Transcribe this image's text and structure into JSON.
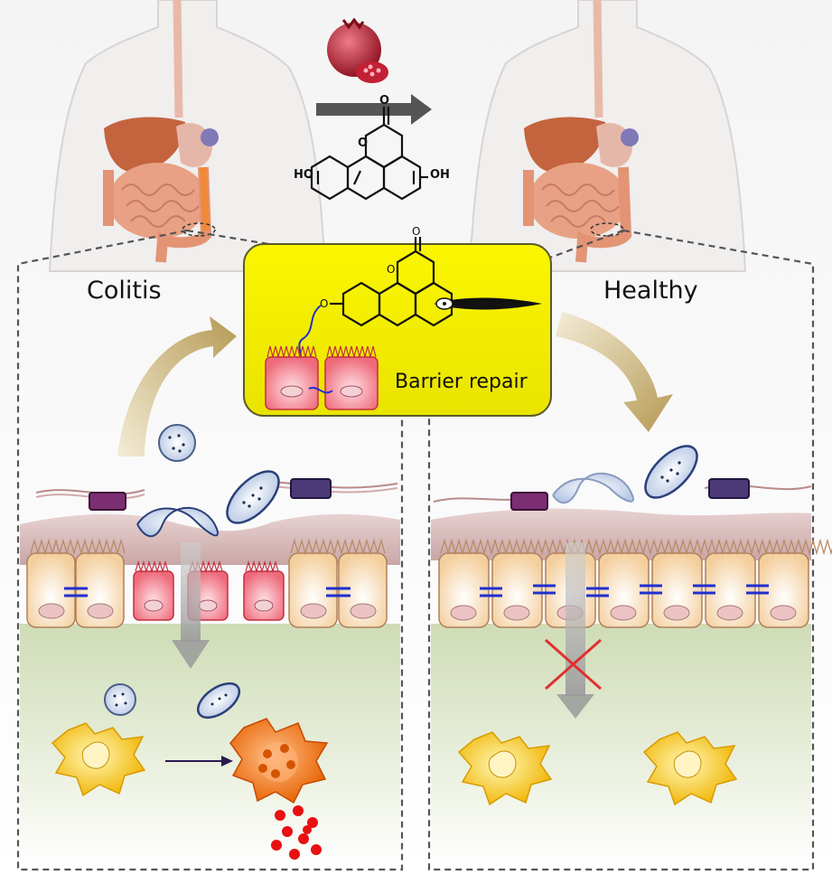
{
  "panels": {
    "left": {
      "title": "Colitis"
    },
    "right": {
      "title": "Healthy"
    }
  },
  "center_box": {
    "caption": "Barrier repair"
  },
  "molecule": {
    "substituent_left": "HO",
    "substituent_right": "OH"
  },
  "colors": {
    "box_fill": "#f6f200",
    "arrow_gold": "#c8b27a",
    "block_x": "#e03030",
    "cytokine_red": "#e81010",
    "tight_junction": "#1f2fd0",
    "lumen_mucus": "#d8b9b9",
    "lamina": "#d9e3c3"
  },
  "icons": [
    "pomegranate-icon",
    "bacteria-icon",
    "cell-icon",
    "macrophage-icon",
    "scissors-icon"
  ]
}
